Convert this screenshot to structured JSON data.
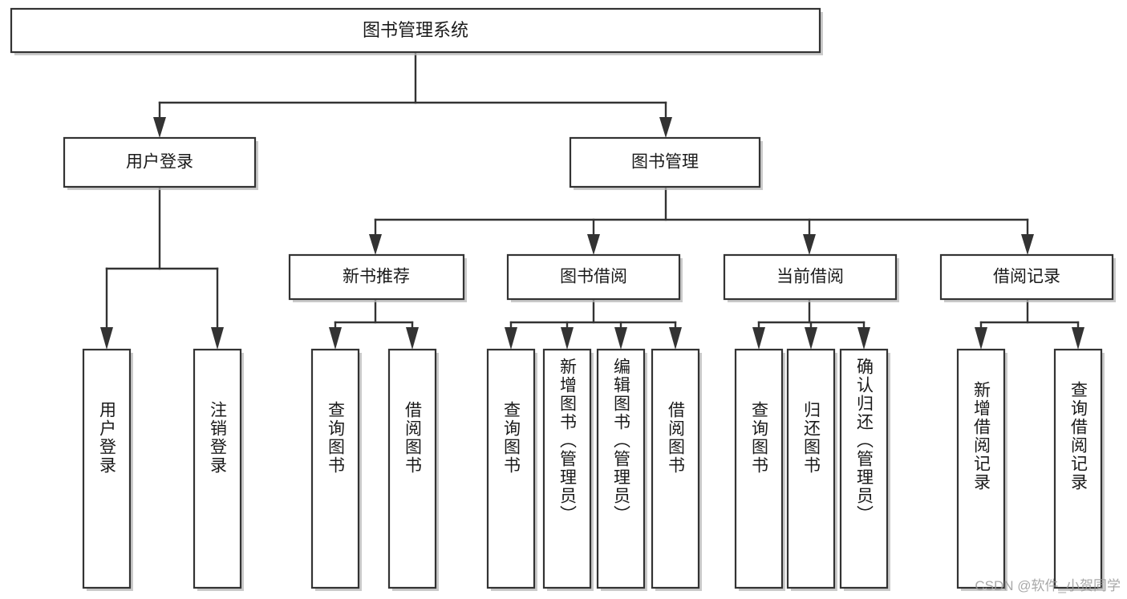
{
  "diagram": {
    "type": "tree-hierarchy",
    "title": "图书管理系统",
    "orientation": "top-down",
    "colors": {
      "box_fill": "#ffffff",
      "box_border": "#333333",
      "connector": "#333333",
      "text": "#1a1a1a",
      "watermark": "#9a9a9a",
      "background": "#ffffff"
    },
    "root": {
      "label": "图书管理系统"
    },
    "level2": [
      {
        "label": "用户登录"
      },
      {
        "label": "图书管理"
      }
    ],
    "level3": [
      {
        "label": "新书推荐"
      },
      {
        "label": "图书借阅"
      },
      {
        "label": "当前借阅"
      },
      {
        "label": "借阅记录"
      }
    ],
    "leaves": {
      "user_login": [
        {
          "label": "用户登录"
        },
        {
          "label": "注销登录"
        }
      ],
      "new_book_recommend": [
        {
          "label": "查询图书"
        },
        {
          "label": "借阅图书"
        }
      ],
      "book_borrow": [
        {
          "label": "查询图书"
        },
        {
          "label": "新增图书（管理员）"
        },
        {
          "label": "编辑图书（管理员）"
        },
        {
          "label": "借阅图书"
        }
      ],
      "current_borrow": [
        {
          "label": "查询图书"
        },
        {
          "label": "归还图书"
        },
        {
          "label": "确认归还（管理员）"
        }
      ],
      "borrow_record": [
        {
          "label": "新增借阅记录"
        },
        {
          "label": "查询借阅记录"
        }
      ]
    }
  },
  "watermark": {
    "text": "CSDN @软件_小贺同学"
  }
}
